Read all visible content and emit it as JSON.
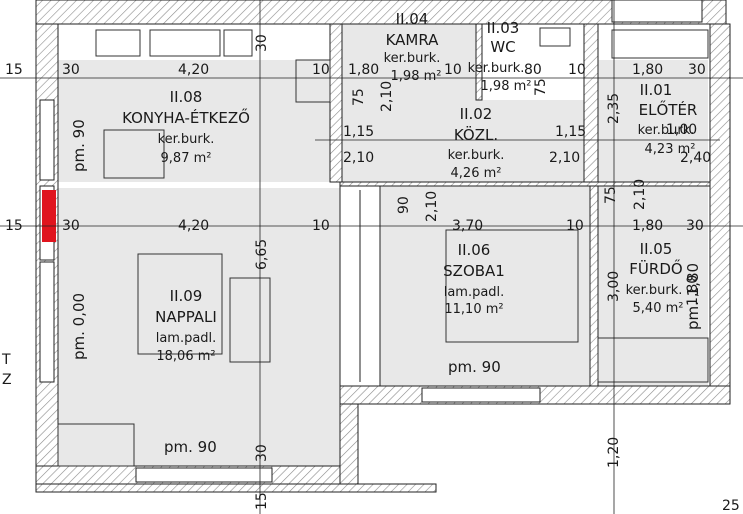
{
  "rooms": [
    {
      "num": "II.04",
      "name": "KAMRA",
      "finish": "ker.burk.",
      "area": "1,98 m²"
    },
    {
      "num": "II.03",
      "name": "WC",
      "finish": "ker.burk.",
      "area": "1,98 m²"
    },
    {
      "num": "II.08",
      "name": "KONYHA-ÉTKEZŐ",
      "finish": "ker.burk.",
      "area": "9,87 m²"
    },
    {
      "num": "II.02",
      "name": "KÖZL.",
      "finish": "ker.burk.",
      "area": "4,26 m²"
    },
    {
      "num": "II.01",
      "name": "ELŐTÉR",
      "finish": "ker.burk.",
      "area": "4,23 m²"
    },
    {
      "num": "II.06",
      "name": "SZOBA1",
      "finish": "lam.padl.",
      "area": "11,10 m²"
    },
    {
      "num": "II.05",
      "name": "FÜRDŐ",
      "finish": "ker.burk.",
      "area": "5,40 m²"
    },
    {
      "num": "II.09",
      "name": "NAPPALI",
      "finish": "lam.padl.",
      "area": "18,06 m²"
    }
  ],
  "dims": {
    "d15a": "15",
    "d30a": "30",
    "d420a": "4,20",
    "d10a": "10",
    "d180a": "1,80",
    "d10b": "10",
    "d80a": "80",
    "d10c": "10",
    "d180b": "1,80",
    "d30b": "30",
    "d75a": "75",
    "d210a": "2,10",
    "d75b": "75",
    "d235": "2,35",
    "d100": "1,00",
    "d115a": "1,15",
    "d210b": "2,10",
    "d115b": "1,15",
    "d210c": "2,10",
    "d240": "2,40",
    "d15b": "15",
    "d30c": "30",
    "d420b": "4,20",
    "d10d": "10",
    "d370": "3,70",
    "d10e": "10",
    "d180c": "1,80",
    "d30d": "30",
    "d90": "90",
    "d210d": "2,10",
    "d75c": "75",
    "d210e": "2,10",
    "d665": "6,65",
    "d300": "3,00",
    "d180d": "1,80",
    "d30e": "30",
    "d30f": "30",
    "d15c": "15",
    "d120": "1,20",
    "d25": "25"
  },
  "pm": {
    "kitchen": "pm. 90",
    "living": "pm. 0,00",
    "bedroom": "pm. 90",
    "bath": "pm. 1,80",
    "bottom": "pm. 90"
  },
  "edge": {
    "t": "T",
    "z": "Z"
  },
  "colors": {
    "wall": "#ffffff",
    "hatch": "#8c8c8c",
    "floor": "#e8e8e8",
    "line": "#222222",
    "mark": "#e0141e"
  }
}
